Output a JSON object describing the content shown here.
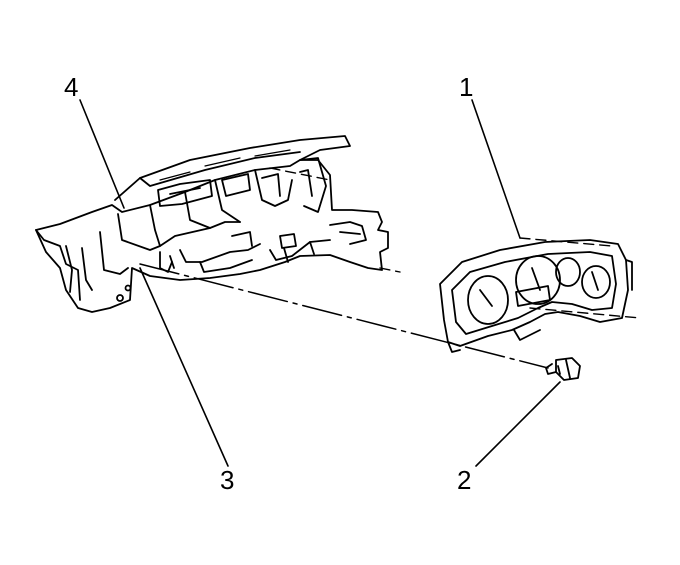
{
  "diagram": {
    "callouts": [
      {
        "id": "1"
      },
      {
        "id": "2"
      },
      {
        "id": "3"
      },
      {
        "id": "4"
      }
    ]
  },
  "colors": {
    "ink": "#000000",
    "background": "#ffffff"
  }
}
